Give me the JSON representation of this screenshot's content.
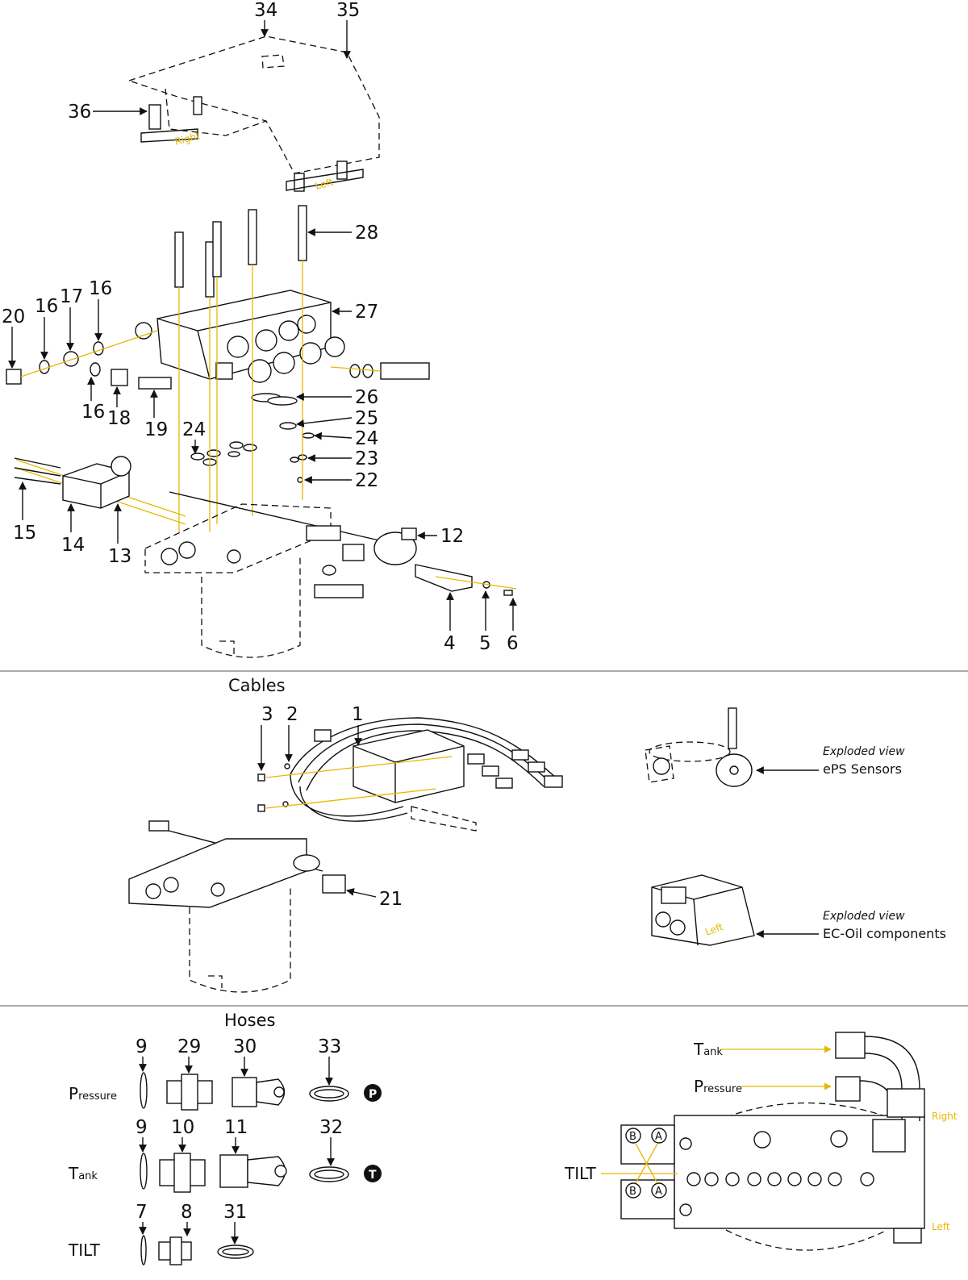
{
  "sections": {
    "cables": "Cables",
    "hoses": "Hoses"
  },
  "callouts": {
    "c1": "1",
    "c2": "2",
    "c3": "3",
    "c4": "4",
    "c5": "5",
    "c6": "6",
    "c7": "7",
    "c8": "8",
    "c9a": "9",
    "c9b": "9",
    "c10": "10",
    "c11": "11",
    "c12": "12",
    "c13": "13",
    "c14": "14",
    "c15": "15",
    "c16a": "16",
    "c16b": "16",
    "c16c": "16",
    "c17": "17",
    "c18": "18",
    "c19": "19",
    "c20": "20",
    "c21": "21",
    "c22": "22",
    "c23": "23",
    "c24a": "24",
    "c24b": "24",
    "c25": "25",
    "c26": "26",
    "c27": "27",
    "c28": "28",
    "c29": "29",
    "c30": "30",
    "c31": "31",
    "c32": "32",
    "c33": "33",
    "c34": "34",
    "c35": "35",
    "c36": "36"
  },
  "cover_sides": {
    "right": "Right",
    "left": "Left"
  },
  "exploded": {
    "eps_caption": "Exploded view",
    "eps_title": "ePS Sensors",
    "ecoil_caption": "Exploded view",
    "ecoil_title": "EC-Oil components",
    "ecoil_side": "Left"
  },
  "hose_rows": {
    "pressure_big": "P",
    "pressure_small": "ressure",
    "pressure_badge": "P",
    "tank_big": "T",
    "tank_small": "ank",
    "tank_badge": "T",
    "tilt": "TILT"
  },
  "port_diagram": {
    "tank_big": "T",
    "tank_small": "ank",
    "pressure_big": "P",
    "pressure_small": "ressure",
    "tilt": "TILT",
    "right": "Right",
    "left": "Left",
    "port_a": "A",
    "port_b": "B"
  },
  "colors": {
    "accent_yellow": "#e6b800",
    "ink": "#111111"
  }
}
